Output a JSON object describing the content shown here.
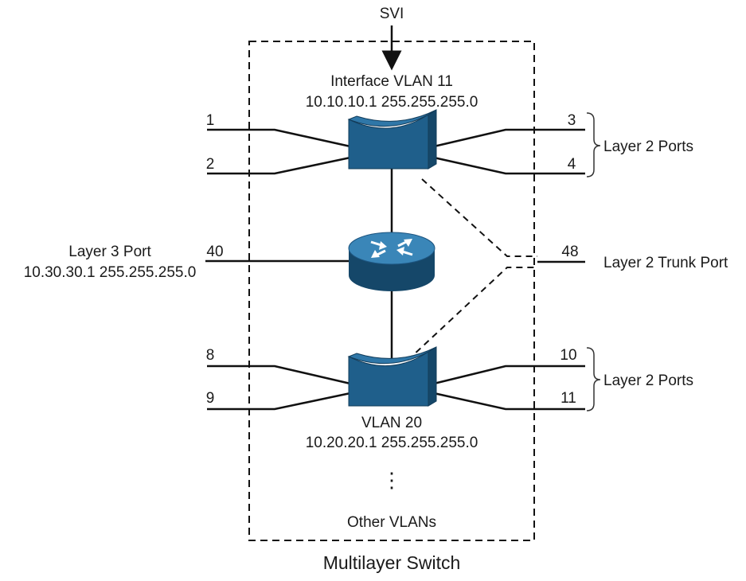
{
  "svi_label": "SVI",
  "vlan11": {
    "name": "Interface VLAN 11",
    "address": "10.10.10.1 255.255.255.0"
  },
  "vlan20": {
    "name": "VLAN 20",
    "address": "10.20.20.1 255.255.255.0"
  },
  "layer3_port": {
    "label": "Layer 3 Port",
    "address": "10.30.30.1 255.255.255.0",
    "port": "40"
  },
  "ports": {
    "p1": "1",
    "p2": "2",
    "p3": "3",
    "p4": "4",
    "p8": "8",
    "p9": "9",
    "p10": "10",
    "p11": "11",
    "p48": "48"
  },
  "labels": {
    "layer2_ports_top": "Layer 2 Ports",
    "layer2_ports_bottom": "Layer 2 Ports",
    "trunk_port": "Layer 2 Trunk Port",
    "ellipsis": "⋮",
    "other_vlans": "Other VLANs"
  },
  "caption": "Multilayer Switch",
  "colors": {
    "device_fill": "#1f5f8b",
    "device_dark": "#154769",
    "router_top": "#3a86b8"
  }
}
